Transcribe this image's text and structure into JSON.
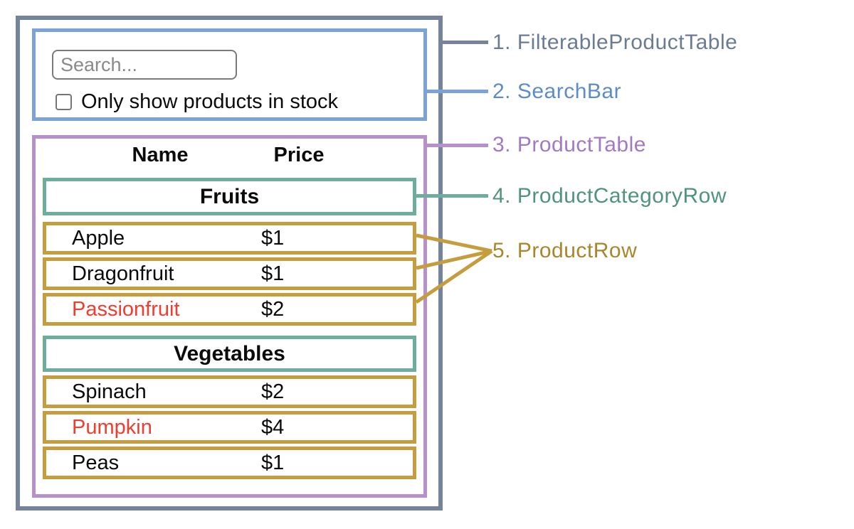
{
  "search_bar": {
    "search_placeholder": "Search...",
    "checkbox_label": "Only show products in stock",
    "checkbox_checked": false
  },
  "product_table": {
    "name_header": "Name",
    "price_header": "Price",
    "sections": [
      {
        "category": "Fruits",
        "products": [
          {
            "name": "Apple",
            "price": "$1",
            "in_stock": true
          },
          {
            "name": "Dragonfruit",
            "price": "$1",
            "in_stock": true
          },
          {
            "name": "Passionfruit",
            "price": "$2",
            "in_stock": false
          }
        ]
      },
      {
        "category": "Vegetables",
        "products": [
          {
            "name": "Spinach",
            "price": "$2",
            "in_stock": true
          },
          {
            "name": "Pumpkin",
            "price": "$4",
            "in_stock": false
          },
          {
            "name": "Peas",
            "price": "$1",
            "in_stock": true
          }
        ]
      }
    ]
  },
  "legend": {
    "items": [
      {
        "text": "1. FilterableProductTable",
        "color": "#6C7B94"
      },
      {
        "text": "2. SearchBar",
        "color": "#5E8DC6"
      },
      {
        "text": "3. ProductTable",
        "color": "#A279C4"
      },
      {
        "text": "4. ProductCategoryRow",
        "color": "#4E947F"
      },
      {
        "text": "5. ProductRow",
        "color": "#A9852D"
      }
    ]
  },
  "colors": {
    "filterable_product_table_border": "#75839B",
    "search_bar_border": "#7BA2D9",
    "product_table_border": "#B590CC",
    "product_category_row_border": "#6CAD9E",
    "product_row_border": "#C59D3E",
    "out_of_stock_text": "#F23C2E"
  }
}
